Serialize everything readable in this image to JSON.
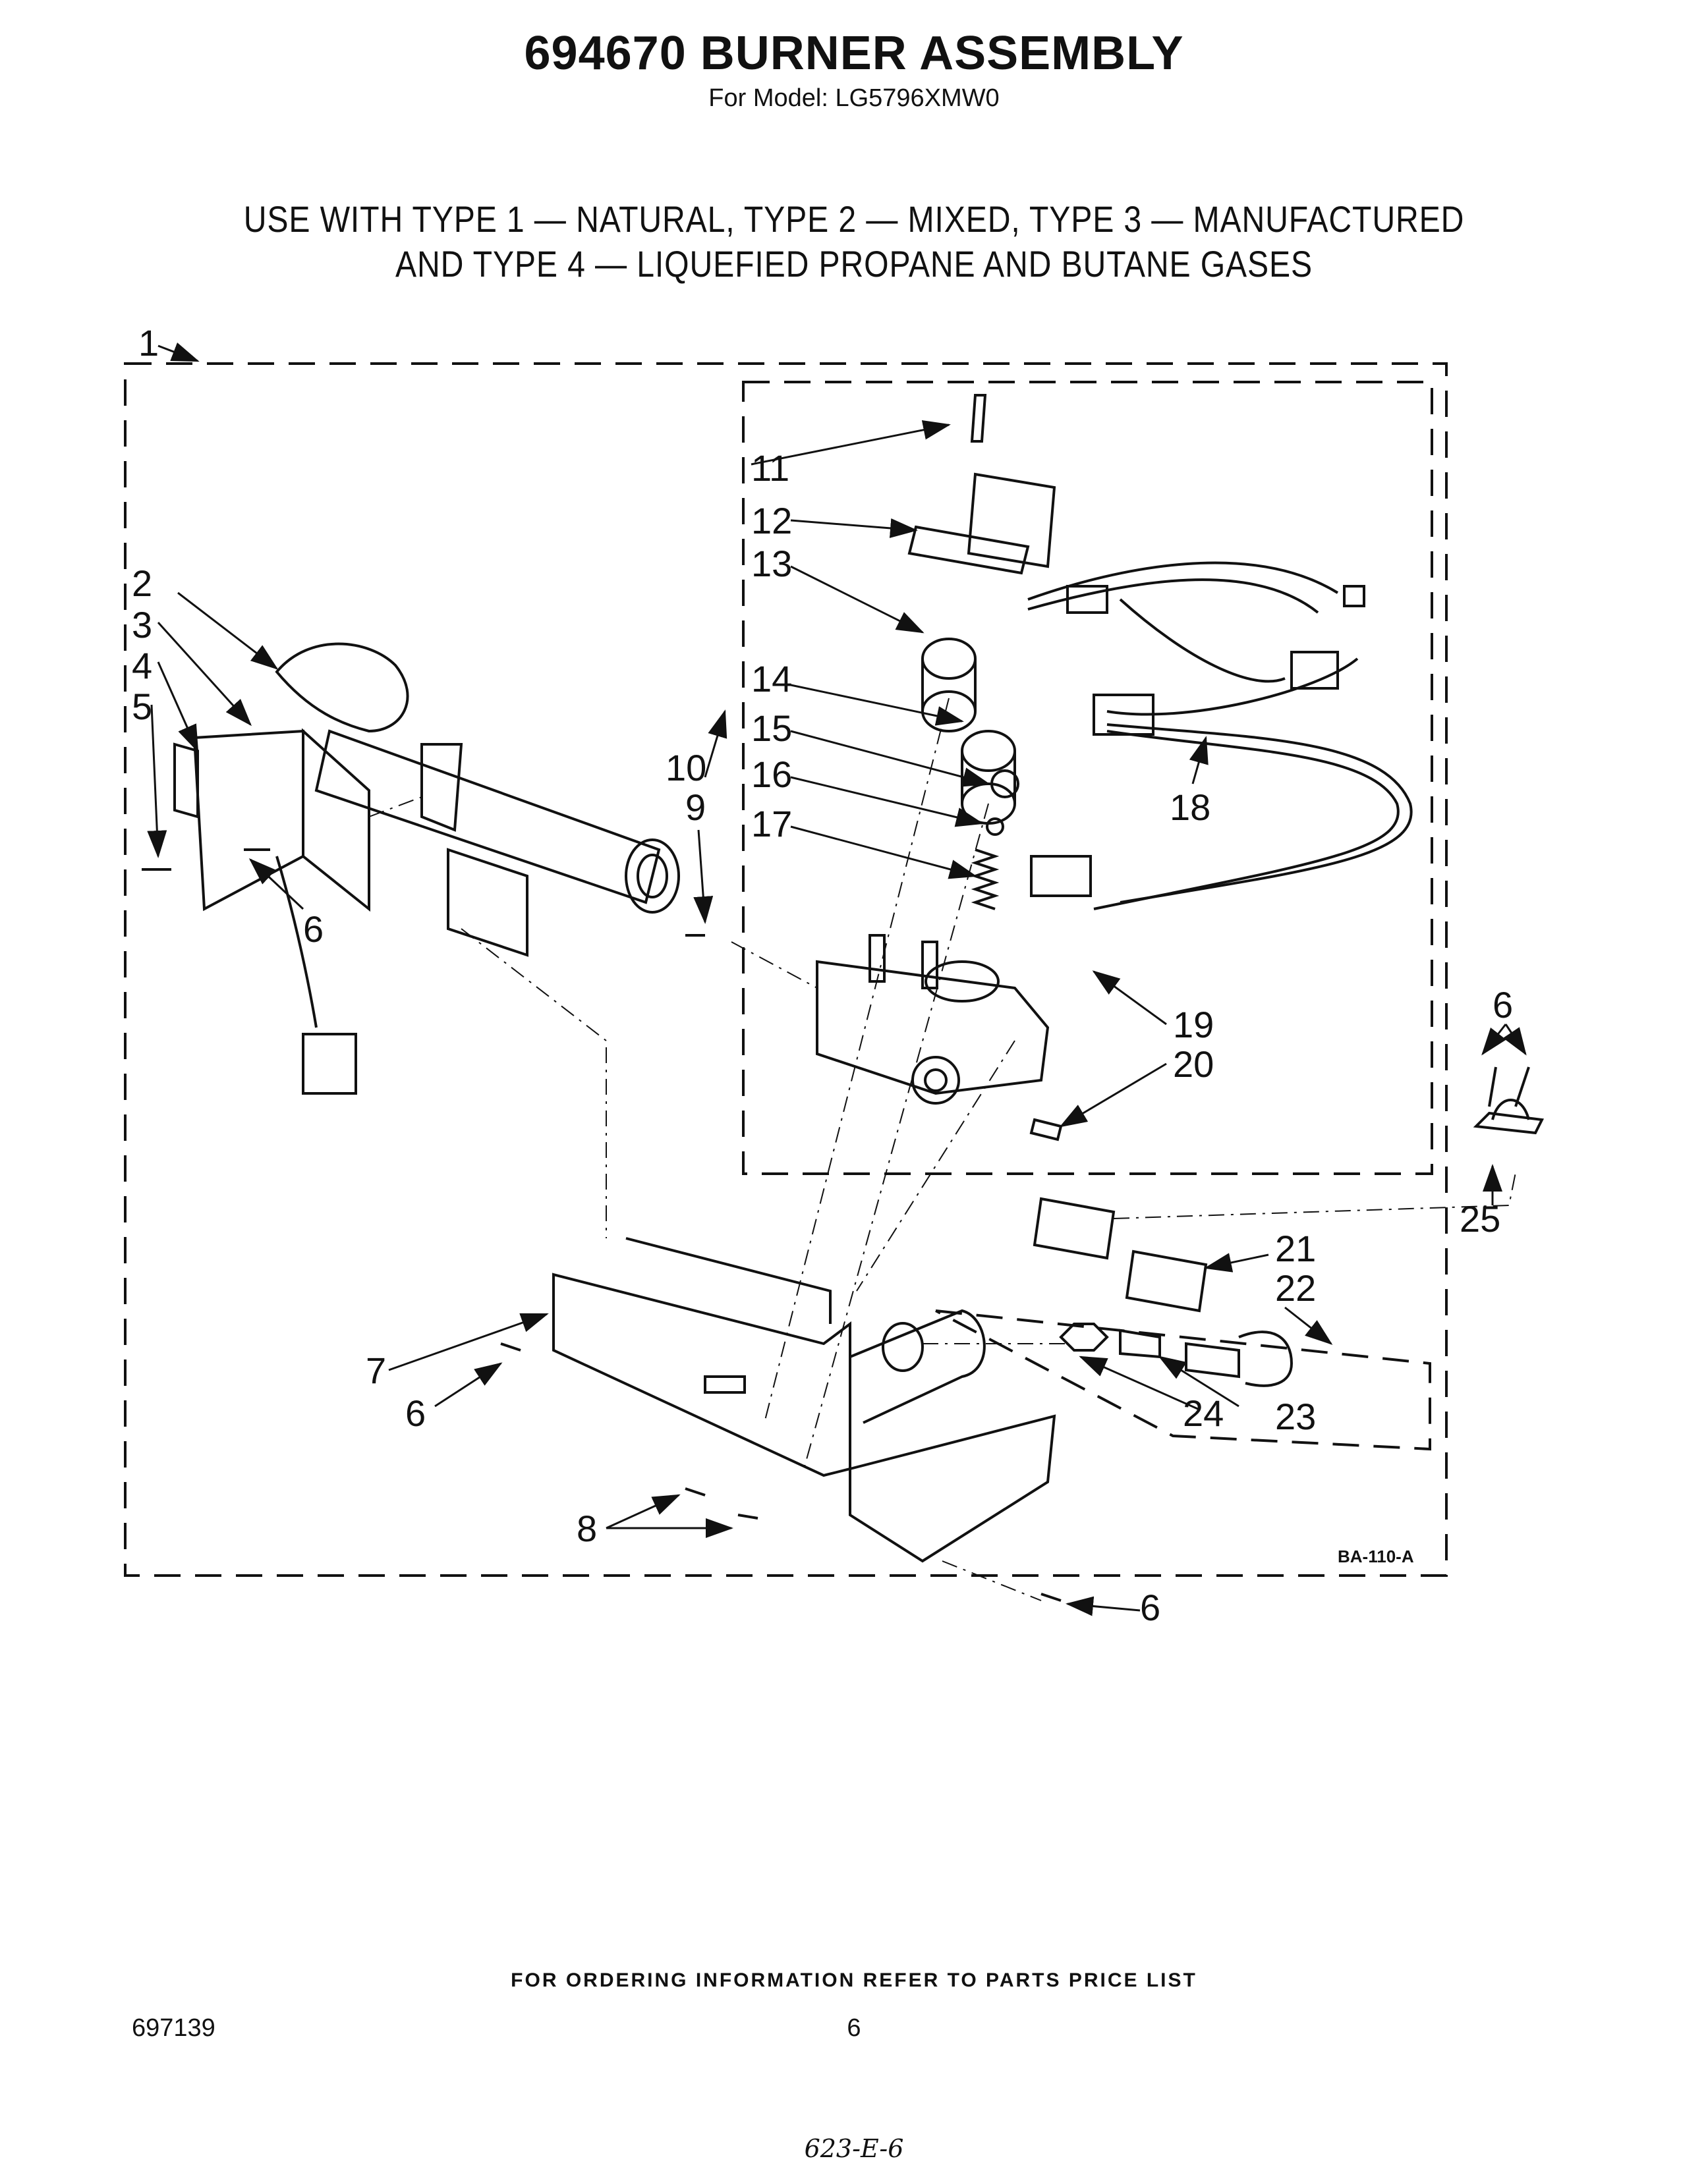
{
  "header": {
    "title": "694670 BURNER ASSEMBLY",
    "model": "For Model: LG5796XMW0",
    "gas_line_1": "USE WITH TYPE 1 — NATURAL, TYPE 2 — MIXED, TYPE 3 — MANUFACTURED",
    "gas_line_2": "AND TYPE 4 — LIQUEFIED PROPANE AND BUTANE GASES"
  },
  "diagram": {
    "drawing_code": "BA-110-A",
    "callouts": [
      "1",
      "2",
      "3",
      "4",
      "5",
      "6",
      "6",
      "6",
      "6",
      "7",
      "8",
      "9",
      "10",
      "11",
      "12",
      "13",
      "14",
      "15",
      "16",
      "17",
      "18",
      "19",
      "20",
      "21",
      "22",
      "23",
      "24",
      "25"
    ]
  },
  "footer": {
    "ordering_note": "FOR ORDERING INFORMATION REFER TO PARTS PRICE LIST",
    "document_number": "697139",
    "page_number": "6",
    "handwritten_note": "623-E-6"
  }
}
